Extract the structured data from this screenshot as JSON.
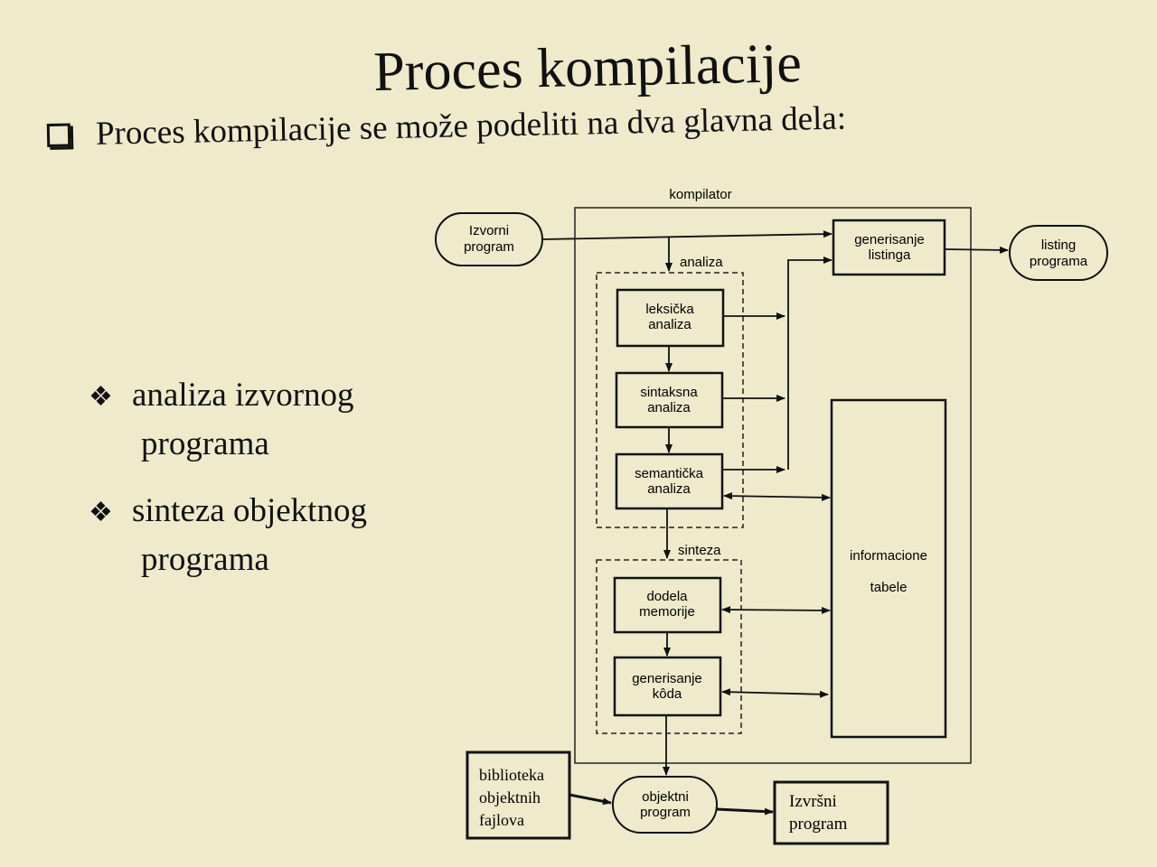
{
  "title": "Proces kompilacije",
  "intro": "Proces kompilacije se može podeliti na dva glavna dela:",
  "bullets": [
    {
      "line1": "analiza izvornog",
      "line2": "programa"
    },
    {
      "line1": "sinteza objektnog",
      "line2": "programa"
    }
  ],
  "diagram": {
    "kompilator": "kompilator",
    "analiza": "analiza",
    "sinteza": "sinteza",
    "izvorni": [
      "Izvorni",
      "program"
    ],
    "generisanje_listinga": [
      "generisanje",
      "listinga"
    ],
    "listing_programa": [
      "listing",
      "programa"
    ],
    "leksicka": [
      "leksička",
      "analiza"
    ],
    "sintaksna": [
      "sintaksna",
      "analiza"
    ],
    "semanticka": [
      "semantička",
      "analiza"
    ],
    "dodela": [
      "dodela",
      "memorije"
    ],
    "generisanje_koda": [
      "generisanje",
      "kôda"
    ],
    "informacione": [
      "informacione",
      "tabele"
    ],
    "biblioteka": [
      "biblioteka",
      "objektnih",
      "fajlova"
    ],
    "objektni": [
      "objektni",
      "program"
    ],
    "izvrsni": [
      "Izvršni",
      "program"
    ]
  }
}
